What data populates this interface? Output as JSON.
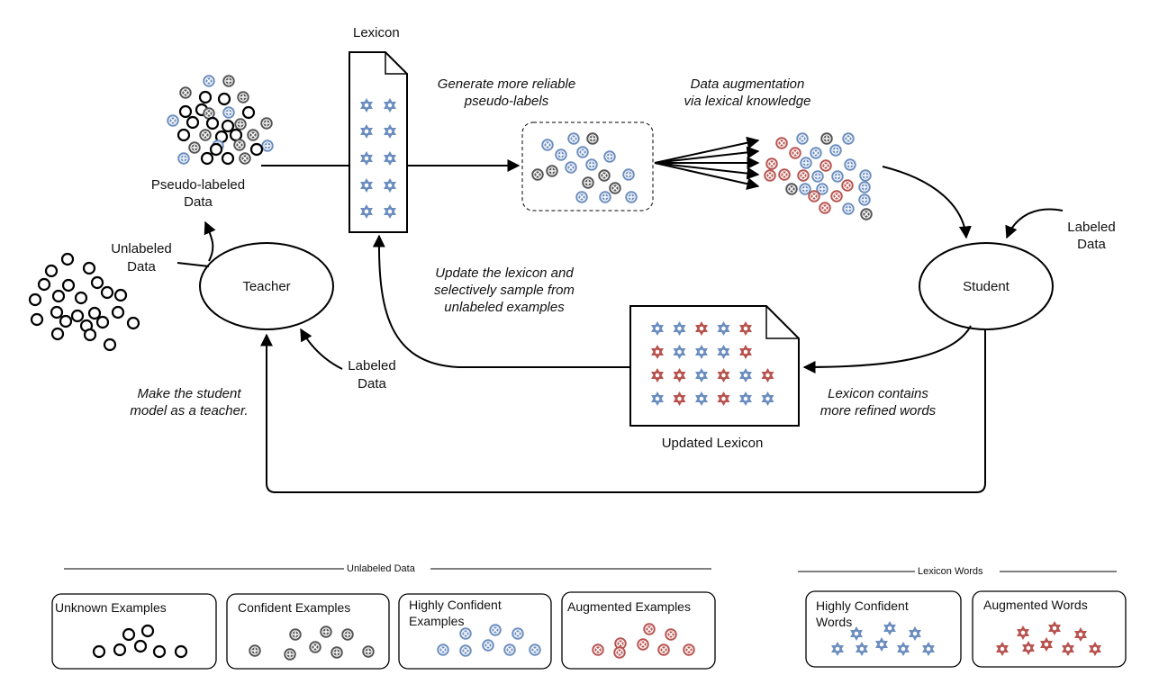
{
  "nodes": {
    "teacher": "Teacher",
    "student": "Student"
  },
  "labels": {
    "lexicon": "Lexicon",
    "pseudo_labeled_l1": "Pseudo-labeled",
    "pseudo_labeled_l2": "Data",
    "unlabeled_l1": "Unlabeled",
    "unlabeled_l2": "Data",
    "labeled_teacher_l1": "Labeled",
    "labeled_teacher_l2": "Data",
    "labeled_student_l1": "Labeled",
    "labeled_student_l2": "Data",
    "generate_l1": "Generate more reliable",
    "generate_l2": "pseudo-labels",
    "augment_l1": "Data augmentation",
    "augment_l2": "via lexical knowledge",
    "update_l1": "Update the lexicon and",
    "update_l2": "selectively sample  from",
    "update_l3": "unlabeled examples",
    "make_teacher_l1": "Make the student",
    "make_teacher_l2": "model as a teacher.",
    "refined_l1": "Lexicon contains",
    "refined_l2": "more refined words",
    "updated_lexicon": "Updated Lexicon"
  },
  "legend": {
    "unlabeled_title": "Unlabeled Data",
    "lexicon_title": "Lexicon Words",
    "boxes": {
      "unknown": "Unknown Examples",
      "confident": "Confident Examples",
      "highly_conf_l1": "Highly Confident",
      "highly_conf_l2": "Examples",
      "augmented": "Augmented Examples",
      "hc_words_l1": "Highly Confident",
      "hc_words_l2": "Words",
      "aug_words": "Augmented Words"
    }
  },
  "colors": {
    "unknown": "#000000",
    "confident": "#555555",
    "highly_confident": "#6c8ebf",
    "augmented": "#b85450",
    "star_blue": "#6c8ebf",
    "star_red": "#b85450"
  },
  "icons": {
    "unknown": "open-circle-icon",
    "confident_plus": "circle-plus-icon",
    "confident_times": "circle-times-icon",
    "highly_confident_plus": "circle-plus-icon",
    "highly_confident_times": "circle-times-icon",
    "augmented_times": "circle-times-icon",
    "lexicon_word": "hexagram-icon"
  }
}
